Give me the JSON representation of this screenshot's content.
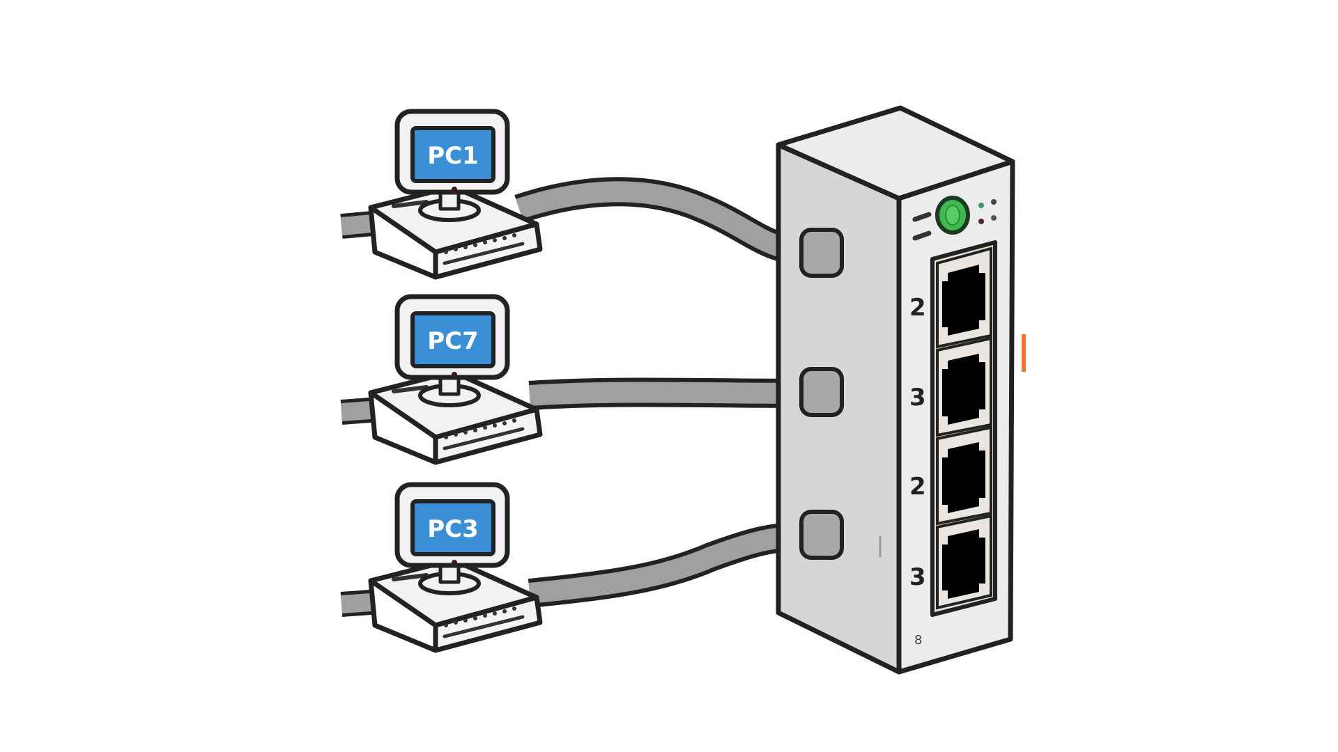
{
  "diagram": {
    "type": "network-topology-illustration",
    "description": "Three computers connected by cables to a vertical network switch",
    "computers": [
      {
        "label": "PC1",
        "connected_to": "switch-side-jack-1"
      },
      {
        "label": "PC7",
        "connected_to": "switch-side-jack-2"
      },
      {
        "label": "PC3",
        "connected_to": "switch-side-jack-3"
      }
    ],
    "switch": {
      "port_labels": [
        "2",
        "3",
        "2",
        "3"
      ],
      "port_count": 4,
      "power_led_color": "#3dbb4f",
      "bottom_mark": "8"
    },
    "colors": {
      "screen": "#3a8fd6",
      "cable": "#a0a0a0",
      "outline": "#222222",
      "switch_side": "#d6d6d6",
      "switch_front": "#ececec",
      "accent_mark": "#f07a2a"
    }
  }
}
